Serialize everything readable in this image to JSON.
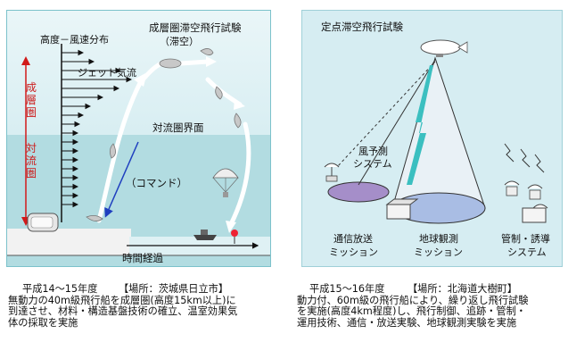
{
  "left_panel": {
    "wind_profile_title": "高度－風速分布",
    "jet_stream": "ジェット気流",
    "stratosphere": "成層圏",
    "troposphere": "対流圏",
    "stratospheric_flight_test_line1": "成層圏滞空飛行試験",
    "stratospheric_flight_test_line2": "（滞空）",
    "tropopause": "対流圏界面",
    "command": "（コマンド）",
    "time_elapsed": "時間経過",
    "caption": {
      "period": "平成14～15年度",
      "location": "【場所：茨城県日立市】",
      "lines": [
        "無動力の40m級飛行船を成層圏(高度15km以上)に",
        "到達させ、材料・構造基盤技術の確立、温室効果気",
        "体の採取を実施"
      ]
    }
  },
  "right_panel": {
    "title": "定点滞空飛行試験",
    "wind_observation_line1": "風予測",
    "wind_observation_line2": "システム",
    "comm_mission_line1": "通信放送",
    "comm_mission_line2": "ミッション",
    "earth_obs_line1": "地球観測",
    "earth_obs_line2": "ミッション",
    "control_line1": "管制・誘導",
    "control_line2": "システム",
    "caption": {
      "period": "平成15～16年度",
      "location": "【場所：北海道大樹町】",
      "lines": [
        "動力付、60m級の飛行船により、繰り返し飛行試験",
        "を実施(高度4km程度)し、飛行制御、追跡・管制・",
        "運用技術、通信・放送実験、地球観測実験を実施"
      ]
    }
  },
  "colors": {
    "sky_upper": "#e7f4f6",
    "sky_lower": "#b5dde2",
    "right_bg": "#d8eef3",
    "arrow_white": "#ffffff",
    "profile_red": "#d11a1a",
    "beam_teal": "#3bbfc0",
    "earth_disk": "#a8bde2",
    "comm_disk": "#a58ec8"
  }
}
